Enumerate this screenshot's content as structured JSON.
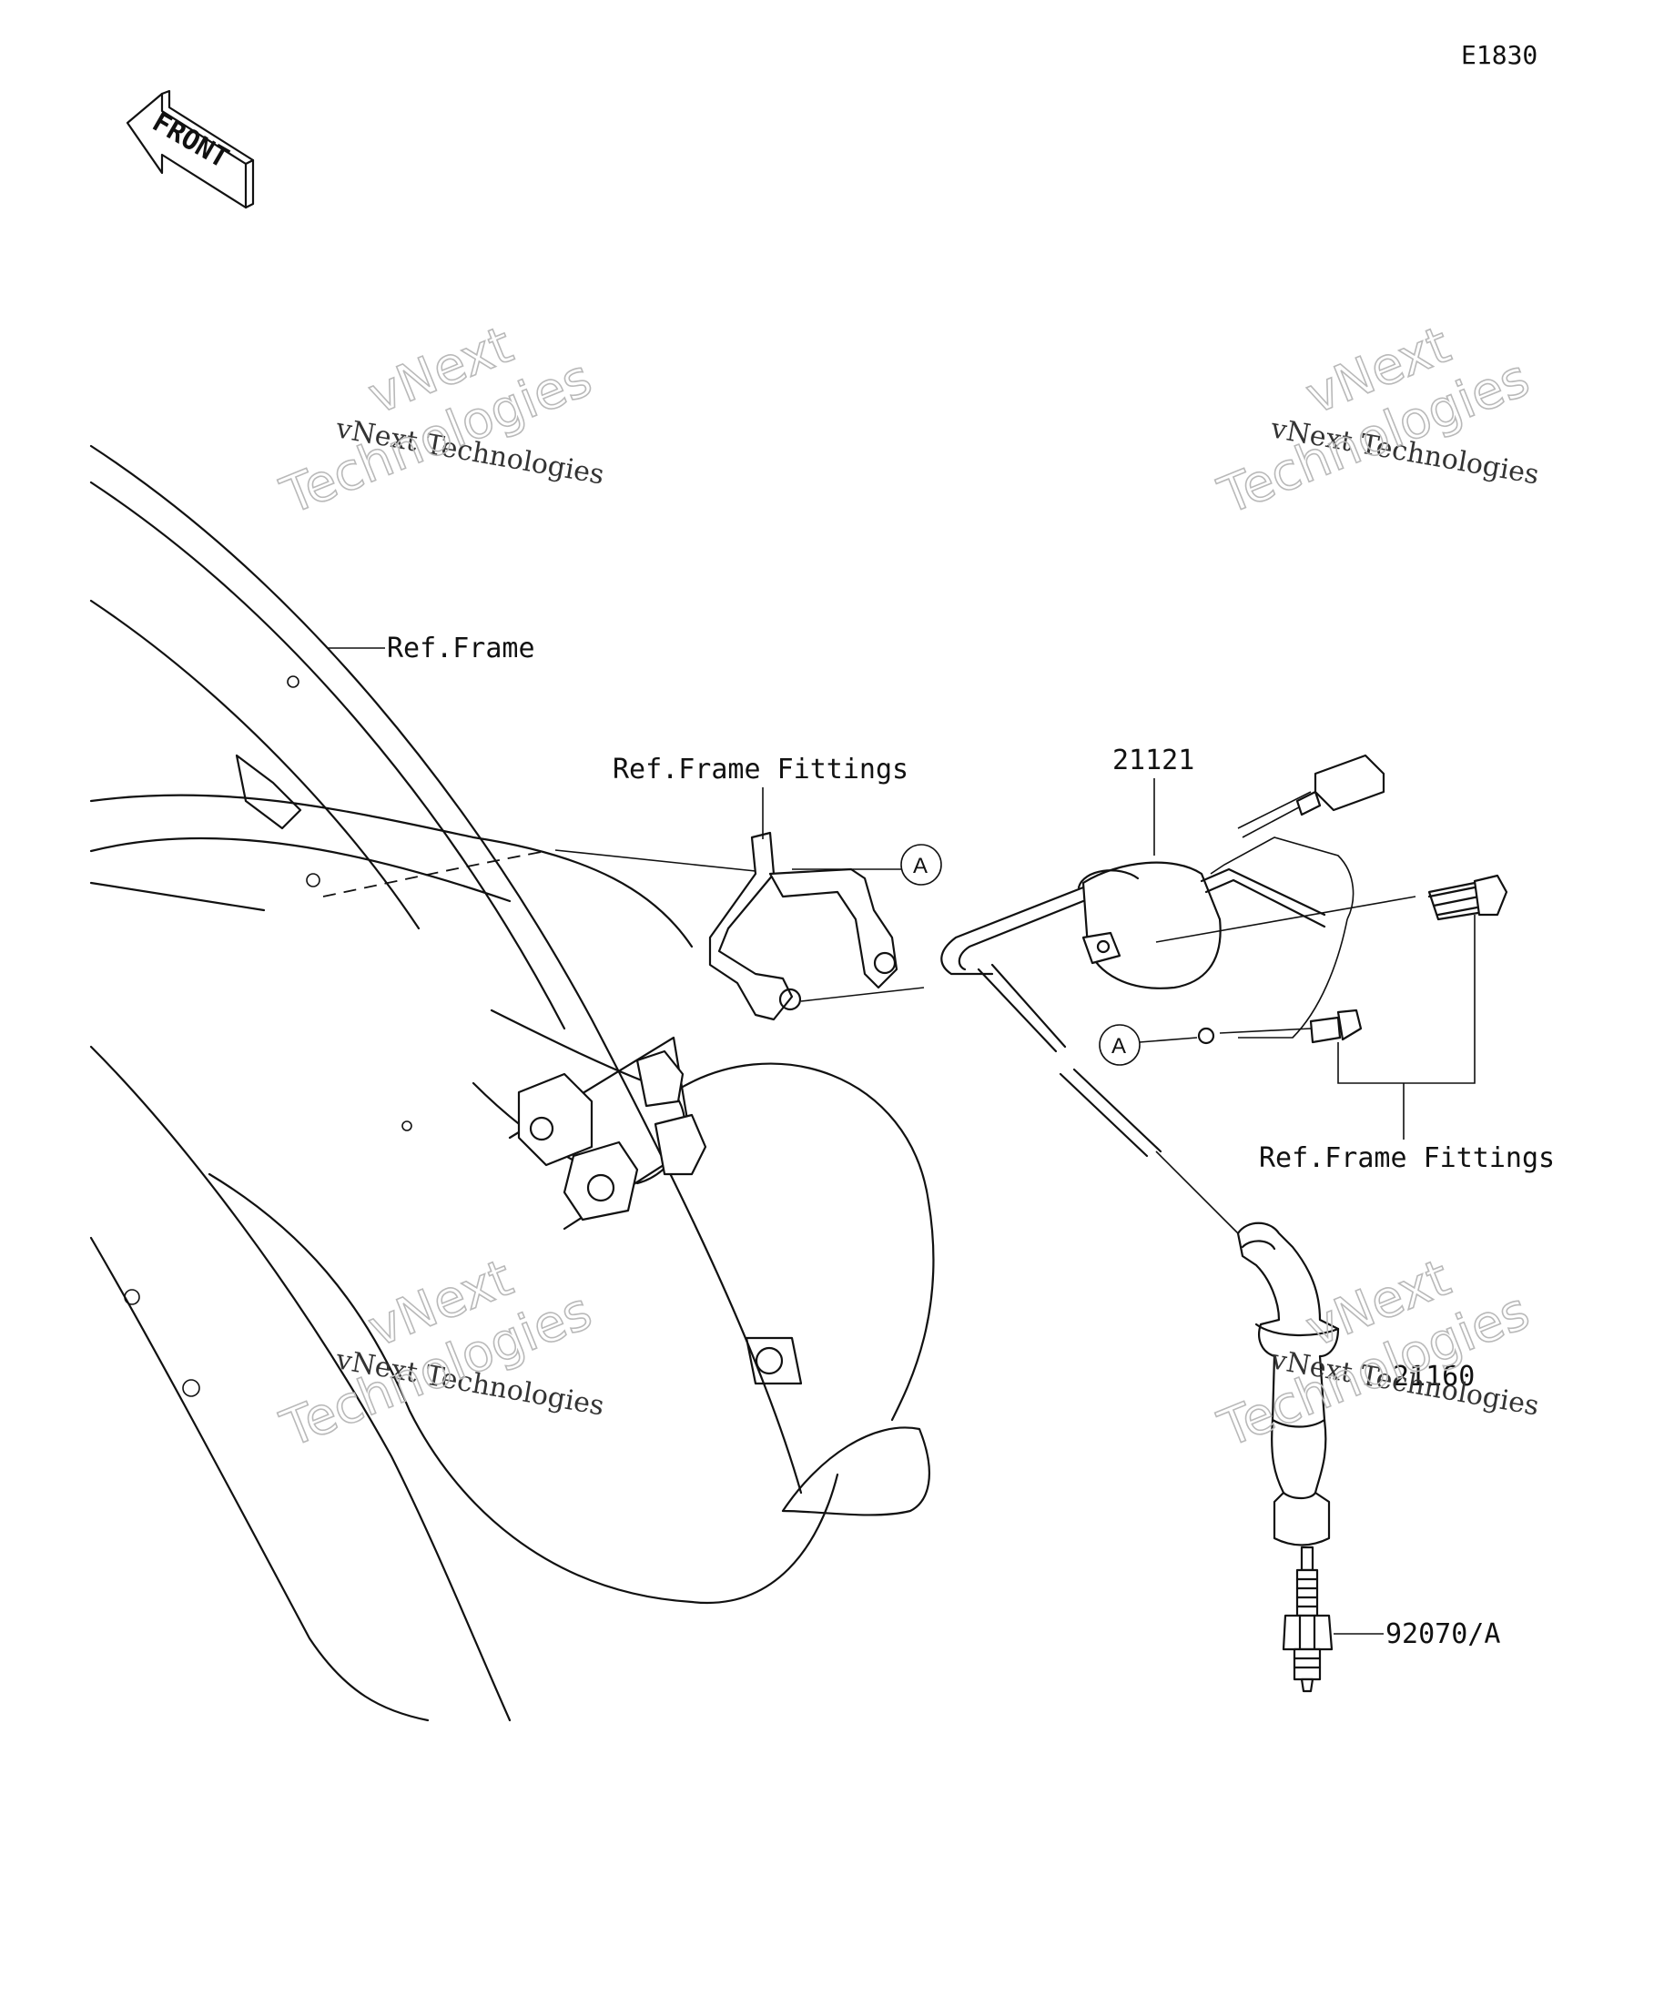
{
  "diagram_code": "E1830",
  "front_arrow": {
    "label": "FRONT",
    "icon": "front-arrow-icon"
  },
  "labels": {
    "ref_frame": "Ref.Frame",
    "ref_frame_fittings_top": "Ref.Frame Fittings",
    "ref_frame_fittings_right": "Ref.Frame Fittings"
  },
  "parts": [
    {
      "number": "21121"
    },
    {
      "number": "21160"
    },
    {
      "number": "92070/A"
    }
  ],
  "callouts": {
    "a_bracket": "A",
    "a_ground": "A"
  },
  "watermark": {
    "line1": "vNext Technologies",
    "line2": "vNext",
    "line3": "Technologies"
  }
}
